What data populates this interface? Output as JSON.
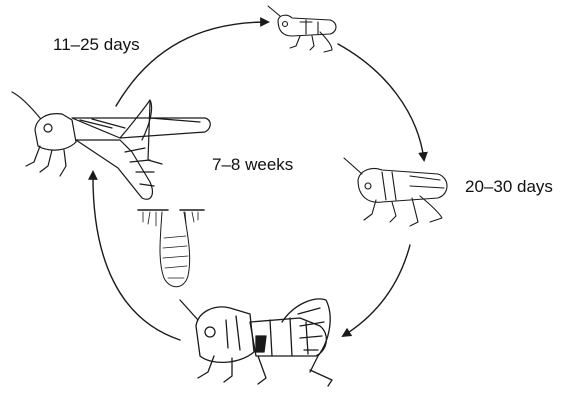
{
  "diagram": {
    "labels": {
      "egg_stage": "11–25 days",
      "nymph_stage": "7–8 weeks",
      "adult_stage": "20–30 days"
    },
    "ink_color": "#1a1a1a",
    "stages": [
      "adult-female-laying",
      "first-nymph",
      "mid-nymph",
      "adult"
    ]
  }
}
